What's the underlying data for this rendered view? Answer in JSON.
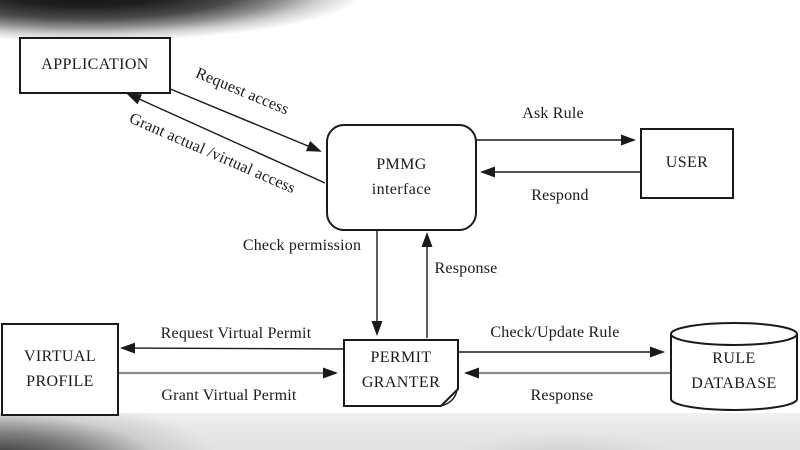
{
  "diagram": {
    "type": "data-flow-diagram",
    "nodes": {
      "application": {
        "label": "APPLICATION",
        "shape": "rectangle"
      },
      "pmmg_interface": {
        "label": "PMMG\ninterface",
        "shape": "rounded-rectangle"
      },
      "user": {
        "label": "USER",
        "shape": "rectangle"
      },
      "virtual_profile": {
        "label": "VIRTUAL\nPROFILE",
        "shape": "rectangle"
      },
      "permit_granter": {
        "label": "PERMIT\nGRANTER",
        "shape": "document-folded-corner"
      },
      "rule_database": {
        "label": "RULE\nDATABASE",
        "shape": "database-cylinder"
      }
    },
    "edges": {
      "request_access": {
        "label": "Request access",
        "from": "APPLICATION",
        "to": "PMMG interface"
      },
      "grant_access": {
        "label": "Grant actual /virtual access",
        "from": "PMMG interface",
        "to": "APPLICATION"
      },
      "ask_rule": {
        "label": "Ask Rule",
        "from": "PMMG interface",
        "to": "USER"
      },
      "respond": {
        "label": "Respond",
        "from": "USER",
        "to": "PMMG interface"
      },
      "check_permission": {
        "label": "Check permission",
        "from": "PMMG interface",
        "to": "PERMIT GRANTER"
      },
      "response_up": {
        "label": "Response",
        "from": "PERMIT GRANTER",
        "to": "PMMG interface"
      },
      "request_virtual_permit": {
        "label": "Request Virtual Permit",
        "from": "PERMIT GRANTER",
        "to": "VIRTUAL PROFILE"
      },
      "grant_virtual_permit": {
        "label": "Grant Virtual Permit",
        "from": "VIRTUAL PROFILE",
        "to": "PERMIT GRANTER"
      },
      "check_update_rule": {
        "label": "Check/Update Rule",
        "from": "PERMIT GRANTER",
        "to": "RULE DATABASE"
      },
      "response_back": {
        "label": "Response",
        "from": "RULE DATABASE",
        "to": "PERMIT GRANTER"
      }
    },
    "colors": {
      "ink": "#1a1a1a",
      "background": "#ffffff",
      "footer_strip": "#e7e7e7",
      "gray_line": "#8c8c8c"
    }
  }
}
